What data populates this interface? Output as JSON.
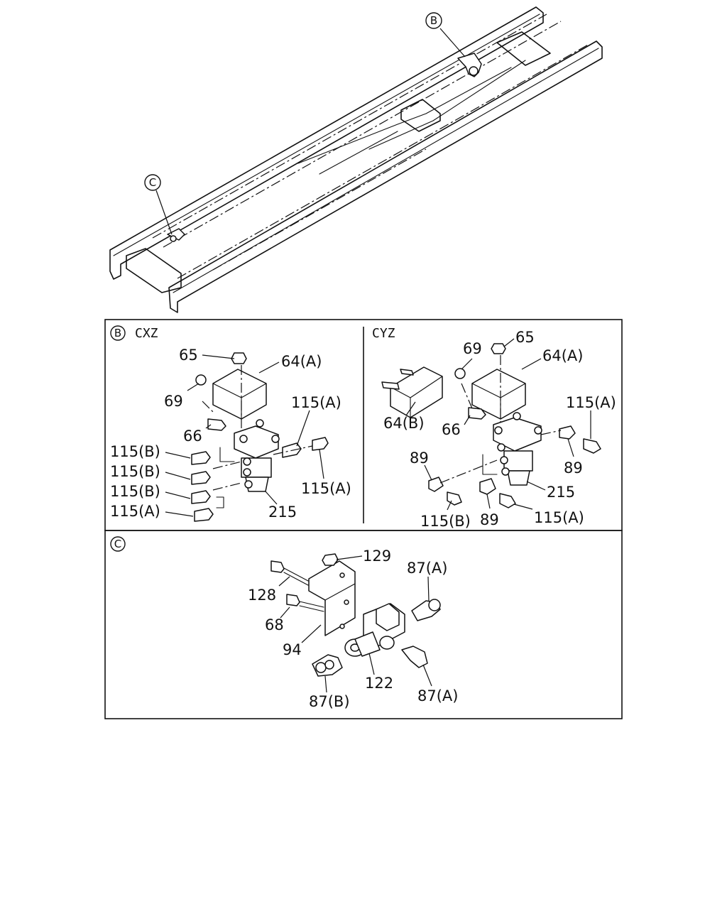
{
  "callouts": {
    "b": "B",
    "c": "C"
  },
  "panel_b": {
    "left_header": "CXZ",
    "right_header": "CYZ",
    "left_labels": {
      "p65": "65",
      "p64a": "64(A)",
      "p69": "69",
      "p66": "66",
      "p115a_top": "115(A)",
      "p115b_1": "115(B)",
      "p115b_2": "115(B)",
      "p115b_3": "115(B)",
      "p115a_bottom": "115(A)",
      "p115a_right": "115(A)",
      "p215": "215"
    },
    "right_labels": {
      "p69": "69",
      "p65": "65",
      "p64a": "64(A)",
      "p64b": "64(B)",
      "p66": "66",
      "p115a_top": "115(A)",
      "p89_left": "89",
      "p89_right": "89",
      "p215": "215",
      "p115b": "115(B)",
      "p89_bottom": "89",
      "p115a_bottom": "115(A)"
    }
  },
  "panel_c": {
    "labels": {
      "p129": "129",
      "p87a_top": "87(A)",
      "p128": "128",
      "p68": "68",
      "p94": "94",
      "p122": "122",
      "p87a_bottom": "87(A)",
      "p87b": "87(B)"
    }
  }
}
